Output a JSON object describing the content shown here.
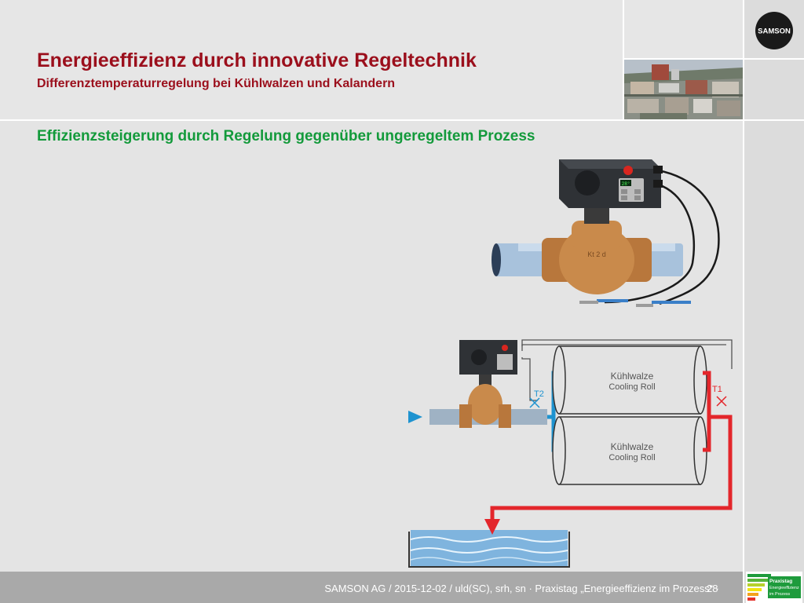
{
  "slide": {
    "title": "Energieeffizienz durch innovative Regeltechnik",
    "subtitle": "Differenztemperaturregelung bei Kühlwalzen und Kalandern",
    "section_heading": "Effizienzsteigerung durch Regelung gegenüber ungeregeltem Prozess"
  },
  "logo": {
    "text": "SAMSON"
  },
  "device": {
    "display_value": "28°",
    "body_markings": "Kt 2 d"
  },
  "schematic": {
    "roll_top_de": "Kühlwalze",
    "roll_top_en": "Cooling Roll",
    "roll_bottom_de": "Kühlwalze",
    "roll_bottom_en": "Cooling Roll",
    "sensor_left": "T2",
    "sensor_right": "T1"
  },
  "footer": {
    "text": "SAMSON AG / 2015-12-02 / uld(SC), srh, sn  ·  Praxistag „Energieeffizienz im Prozess“  ·",
    "page_number": "28"
  },
  "badge": {
    "line1": "Praxistag",
    "line2": "Energieeffizienz",
    "line3": "im Prozess"
  },
  "colors": {
    "title": "#9b0f1c",
    "heading": "#139a3b",
    "cold_pipe": "#1e93d0",
    "hot_pipe": "#e3262b",
    "brass": "#c98a4b",
    "actuator": "#2f3236",
    "footer_bg": "#a9a9a9"
  },
  "icons": [
    "samson-logo",
    "city-photo",
    "control-valve",
    "flow-arrow-icon",
    "drain-arrow-icon",
    "energy-label-badge"
  ]
}
